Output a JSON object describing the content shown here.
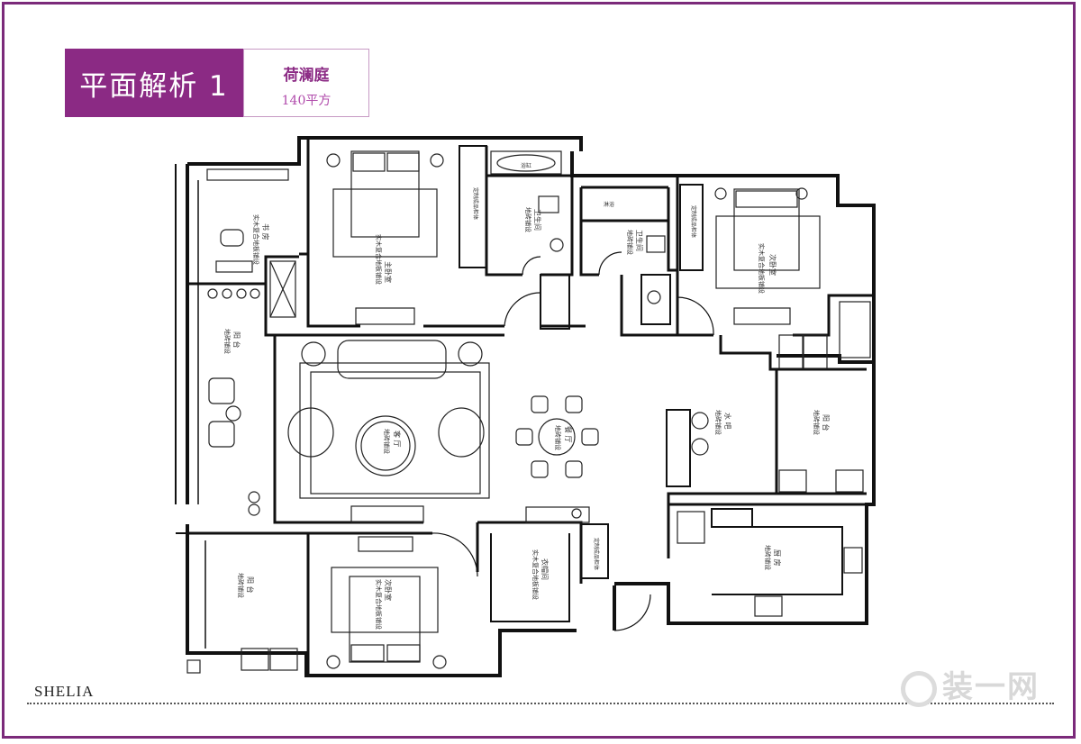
{
  "header": {
    "title": "平面解析 1",
    "project_name": "荷澜庭",
    "area": "140平方"
  },
  "footer": {
    "signature": "SHELIA"
  },
  "watermark": {
    "text": "装一网"
  },
  "rooms": [
    {
      "id": "study",
      "name": "书 房",
      "floor": "实木复合地板铺设"
    },
    {
      "id": "master",
      "name": "主卧室",
      "floor": "实木复合地板铺设"
    },
    {
      "id": "bath1",
      "name": "卫生间",
      "floor": "地砖铺设"
    },
    {
      "id": "bath2",
      "name": "卫生间",
      "floor": "地砖铺设"
    },
    {
      "id": "second",
      "name": "次卧室",
      "floor": "实木复合地板铺设"
    },
    {
      "id": "balcony1",
      "name": "阳 台",
      "floor": "地砖铺设"
    },
    {
      "id": "living",
      "name": "客 厅",
      "floor": "地砖铺设"
    },
    {
      "id": "dining",
      "name": "餐 厅",
      "floor": "地砖铺设"
    },
    {
      "id": "bar",
      "name": "水 吧",
      "floor": "地砖铺设"
    },
    {
      "id": "balcony2",
      "name": "阳 台",
      "floor": "地砖铺设"
    },
    {
      "id": "kitchen",
      "name": "厨 房",
      "floor": "地砖铺设"
    },
    {
      "id": "balcony3",
      "name": "阳 台",
      "floor": "地砖铺设"
    },
    {
      "id": "third",
      "name": "次卧室",
      "floor": "实木复合地板铺设"
    },
    {
      "id": "cloak",
      "name": "衣帽间",
      "floor": "实木复合地板铺设"
    }
  ],
  "labels": {
    "bathtub": "浴缸",
    "shower": "淋浴",
    "cabinet1": "定制成品柜体",
    "cabinet2": "定制成品柜体",
    "cabinet3": "定制成品柜体"
  }
}
